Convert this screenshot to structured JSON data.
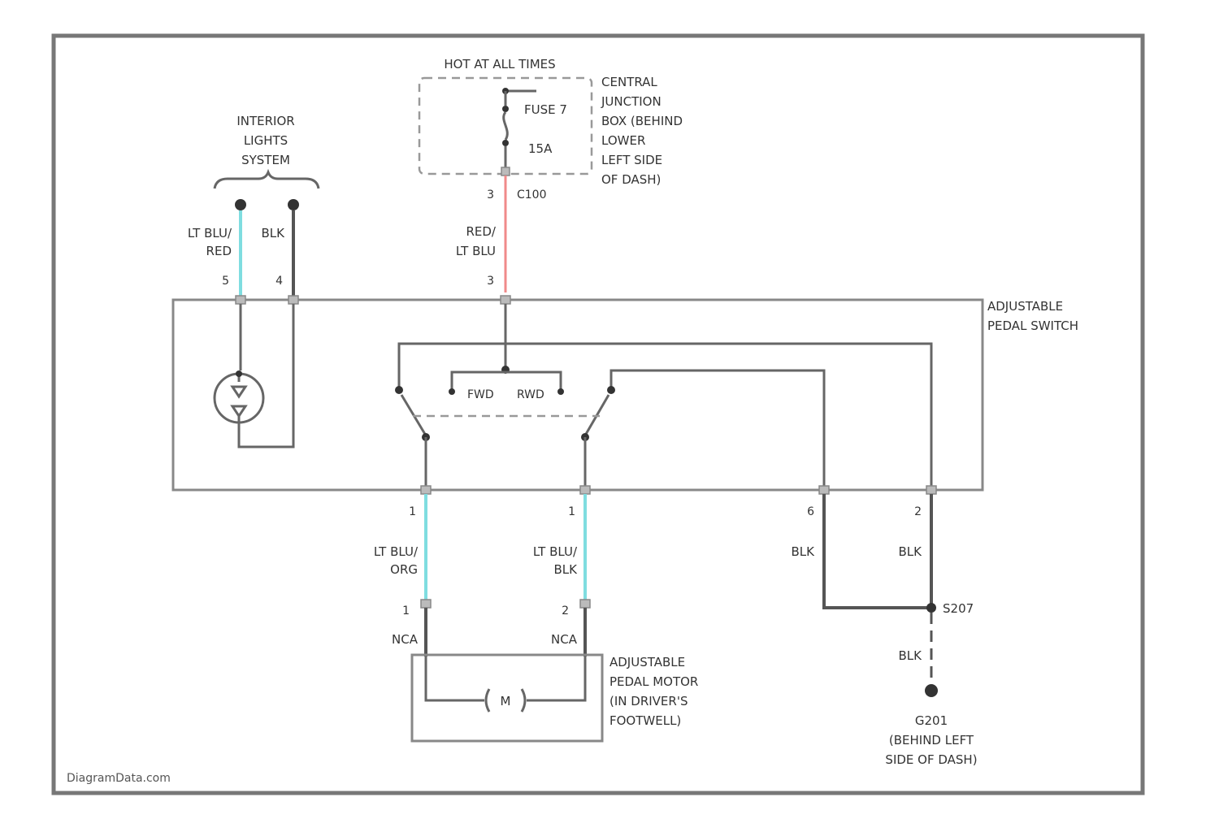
{
  "power": {
    "hot_label": "HOT AT ALL TIMES",
    "junction_box": [
      "CENTRAL",
      "JUNCTION",
      "BOX (BEHIND",
      "LOWER",
      "LEFT SIDE",
      "OF DASH)"
    ],
    "fuse_name": "FUSE 7",
    "fuse_rating": "15A",
    "pin_top": "3",
    "connector": "C100",
    "wire_color": [
      "RED/",
      "LT BLU"
    ],
    "pin_switch": "3"
  },
  "interior": {
    "label": [
      "INTERIOR",
      "LIGHTS",
      "SYSTEM"
    ],
    "wire_left": [
      "LT BLU/",
      "RED"
    ],
    "wire_right": "BLK",
    "pin_left": "5",
    "pin_right": "4"
  },
  "switch": {
    "label": [
      "ADJUSTABLE",
      "PEDAL SWITCH"
    ],
    "fwd": "FWD",
    "rwd": "RWD"
  },
  "motor_wires": {
    "left_pin_top": "1",
    "left_color": [
      "LT BLU/",
      "ORG"
    ],
    "left_pin_bottom": "1",
    "left_nca": "NCA",
    "right_pin_top": "1",
    "right_color": [
      "LT BLU/",
      "BLK"
    ],
    "right_pin_bottom": "2",
    "right_nca": "NCA"
  },
  "ground": {
    "pin_a": "6",
    "pin_b": "2",
    "wire_a": "BLK",
    "wire_b": "BLK",
    "splice": "S207",
    "wire_c": "BLK",
    "ground_label": [
      "G201",
      "(BEHIND LEFT",
      "SIDE OF DASH)"
    ]
  },
  "motor": {
    "symbol": "M",
    "label": [
      "ADJUSTABLE",
      "PEDAL MOTOR",
      "(IN DRIVER'S",
      "FOOTWELL)"
    ]
  },
  "watermark": "DiagramData.com"
}
